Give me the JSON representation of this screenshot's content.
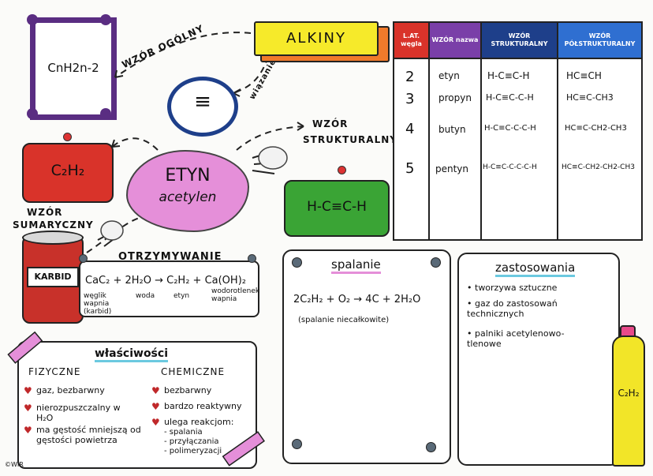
{
  "frame": {
    "formula": "CnH2n-2"
  },
  "arrows": {
    "general_formula": "WZÓR OGÓLNY",
    "bond": "wiązanie",
    "structural_formula_1": "WZÓR",
    "structural_formula_2": "STRUKTURALNY",
    "sum_formula_1": "WZÓR",
    "sum_formula_2": "SUMARYCZNY"
  },
  "alkiny": "ALKINY",
  "bond_symbol": "≡",
  "c2h2": "C₂H₂",
  "cloud": {
    "name": "ETYN",
    "alt": "acetylen"
  },
  "hcch": "H-C≡C-H",
  "can": {
    "label": "KARBID"
  },
  "obtaining": {
    "title": "OTRZYMYWANIE",
    "equation": "CaC₂ + 2H₂O → C₂H₂ + Ca(OH)₂",
    "sub_1": "węglik wapnia (karbid)",
    "sub_2": "woda",
    "sub_3": "etyn",
    "sub_4": "wodorotlenek wapnia"
  },
  "properties": {
    "title": "właściwości",
    "physical_title": "FIZYCZNE",
    "chemical_title": "CHEMICZNE",
    "physical": [
      "gaz, bezbarwny",
      "nierozpuszczalny w H₂O",
      "ma gęstość mniejszą od gęstości powietrza"
    ],
    "chemical": [
      "bezbarwny",
      "bardzo reaktywny",
      "ulega reakcjom:",
      "- spalania",
      "- przyłączania",
      "- polimeryzacji"
    ]
  },
  "combustion": {
    "title": "spalanie",
    "equation": "2C₂H₂ + O₂ → 4C + 2H₂O",
    "note": "(spalanie niecałkowite)"
  },
  "usage": {
    "title": "zastosowania",
    "items": [
      "tworzywa sztuczne",
      "gaz do zastosowań technicznych",
      "palniki acetylenowo-tlenowe"
    ]
  },
  "tube": "C₂H₂",
  "table": {
    "headers": [
      "L.AT. węgla",
      "WZÓR nazwa",
      "WZÓR STRUKTURALNY",
      "WZÓR PÓŁSTRUKTURALNY"
    ],
    "header_colors": [
      "#d9332a",
      "#7a3fa8",
      "#1e3f8a",
      "#2f6fd1"
    ],
    "rows": [
      {
        "n": "2",
        "name": "etyn",
        "struct": "H-C≡C-H",
        "semi": "HC≡CH"
      },
      {
        "n": "3",
        "name": "propyn",
        "struct": "H-C≡C-C-H",
        "semi": "HC≡C-CH3"
      },
      {
        "n": "4",
        "name": "butyn",
        "struct": "H-C≡C-C-C-H",
        "semi": "HC≡C-CH2-CH3"
      },
      {
        "n": "5",
        "name": "pentyn",
        "struct": "H-C≡C-C-C-C-H",
        "semi": "HC≡C-CH2-CH2-CH3"
      }
    ]
  },
  "corner_mark": "©WIR"
}
